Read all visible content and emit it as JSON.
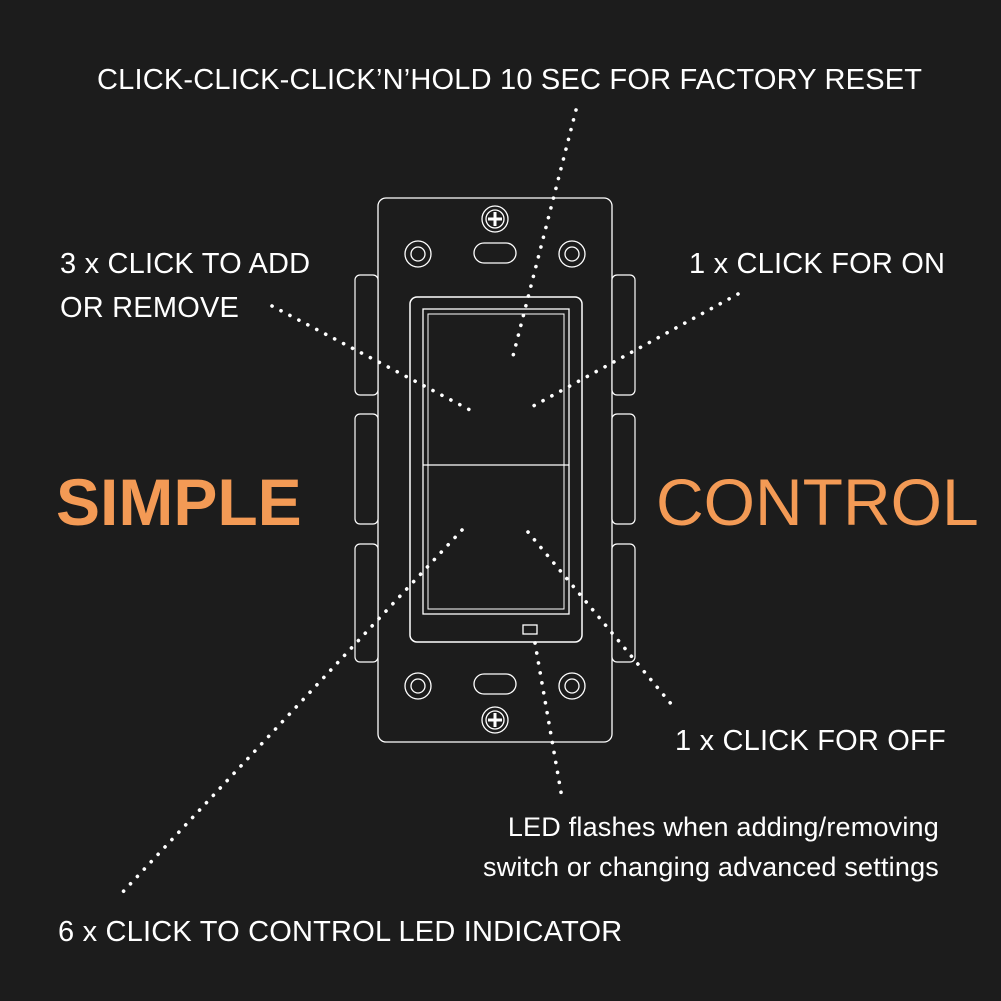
{
  "headline": {
    "left": "SIMPLE",
    "right": "CONTROL",
    "accent_color": "#f39a55"
  },
  "annotations": {
    "factory_reset": "CLICK-CLICK-CLICK’N’HOLD 10 SEC FOR FACTORY RESET",
    "add_remove_line1": "3 x CLICK TO ADD",
    "add_remove_line2": "OR REMOVE",
    "on": "1 x CLICK FOR ON",
    "off": "1 x CLICK FOR OFF",
    "led_flash_line1": "LED flashes when adding/removing",
    "led_flash_line2": "switch or changing advanced settings",
    "led_indicator": "6 x CLICK TO CONTROL LED INDICATOR"
  },
  "colors": {
    "background": "#1c1c1c",
    "text": "#ffffff",
    "accent": "#f39a55",
    "line": "#ffffff"
  },
  "icons": {
    "screw": "screw-icon",
    "led": "led-indicator-icon"
  }
}
